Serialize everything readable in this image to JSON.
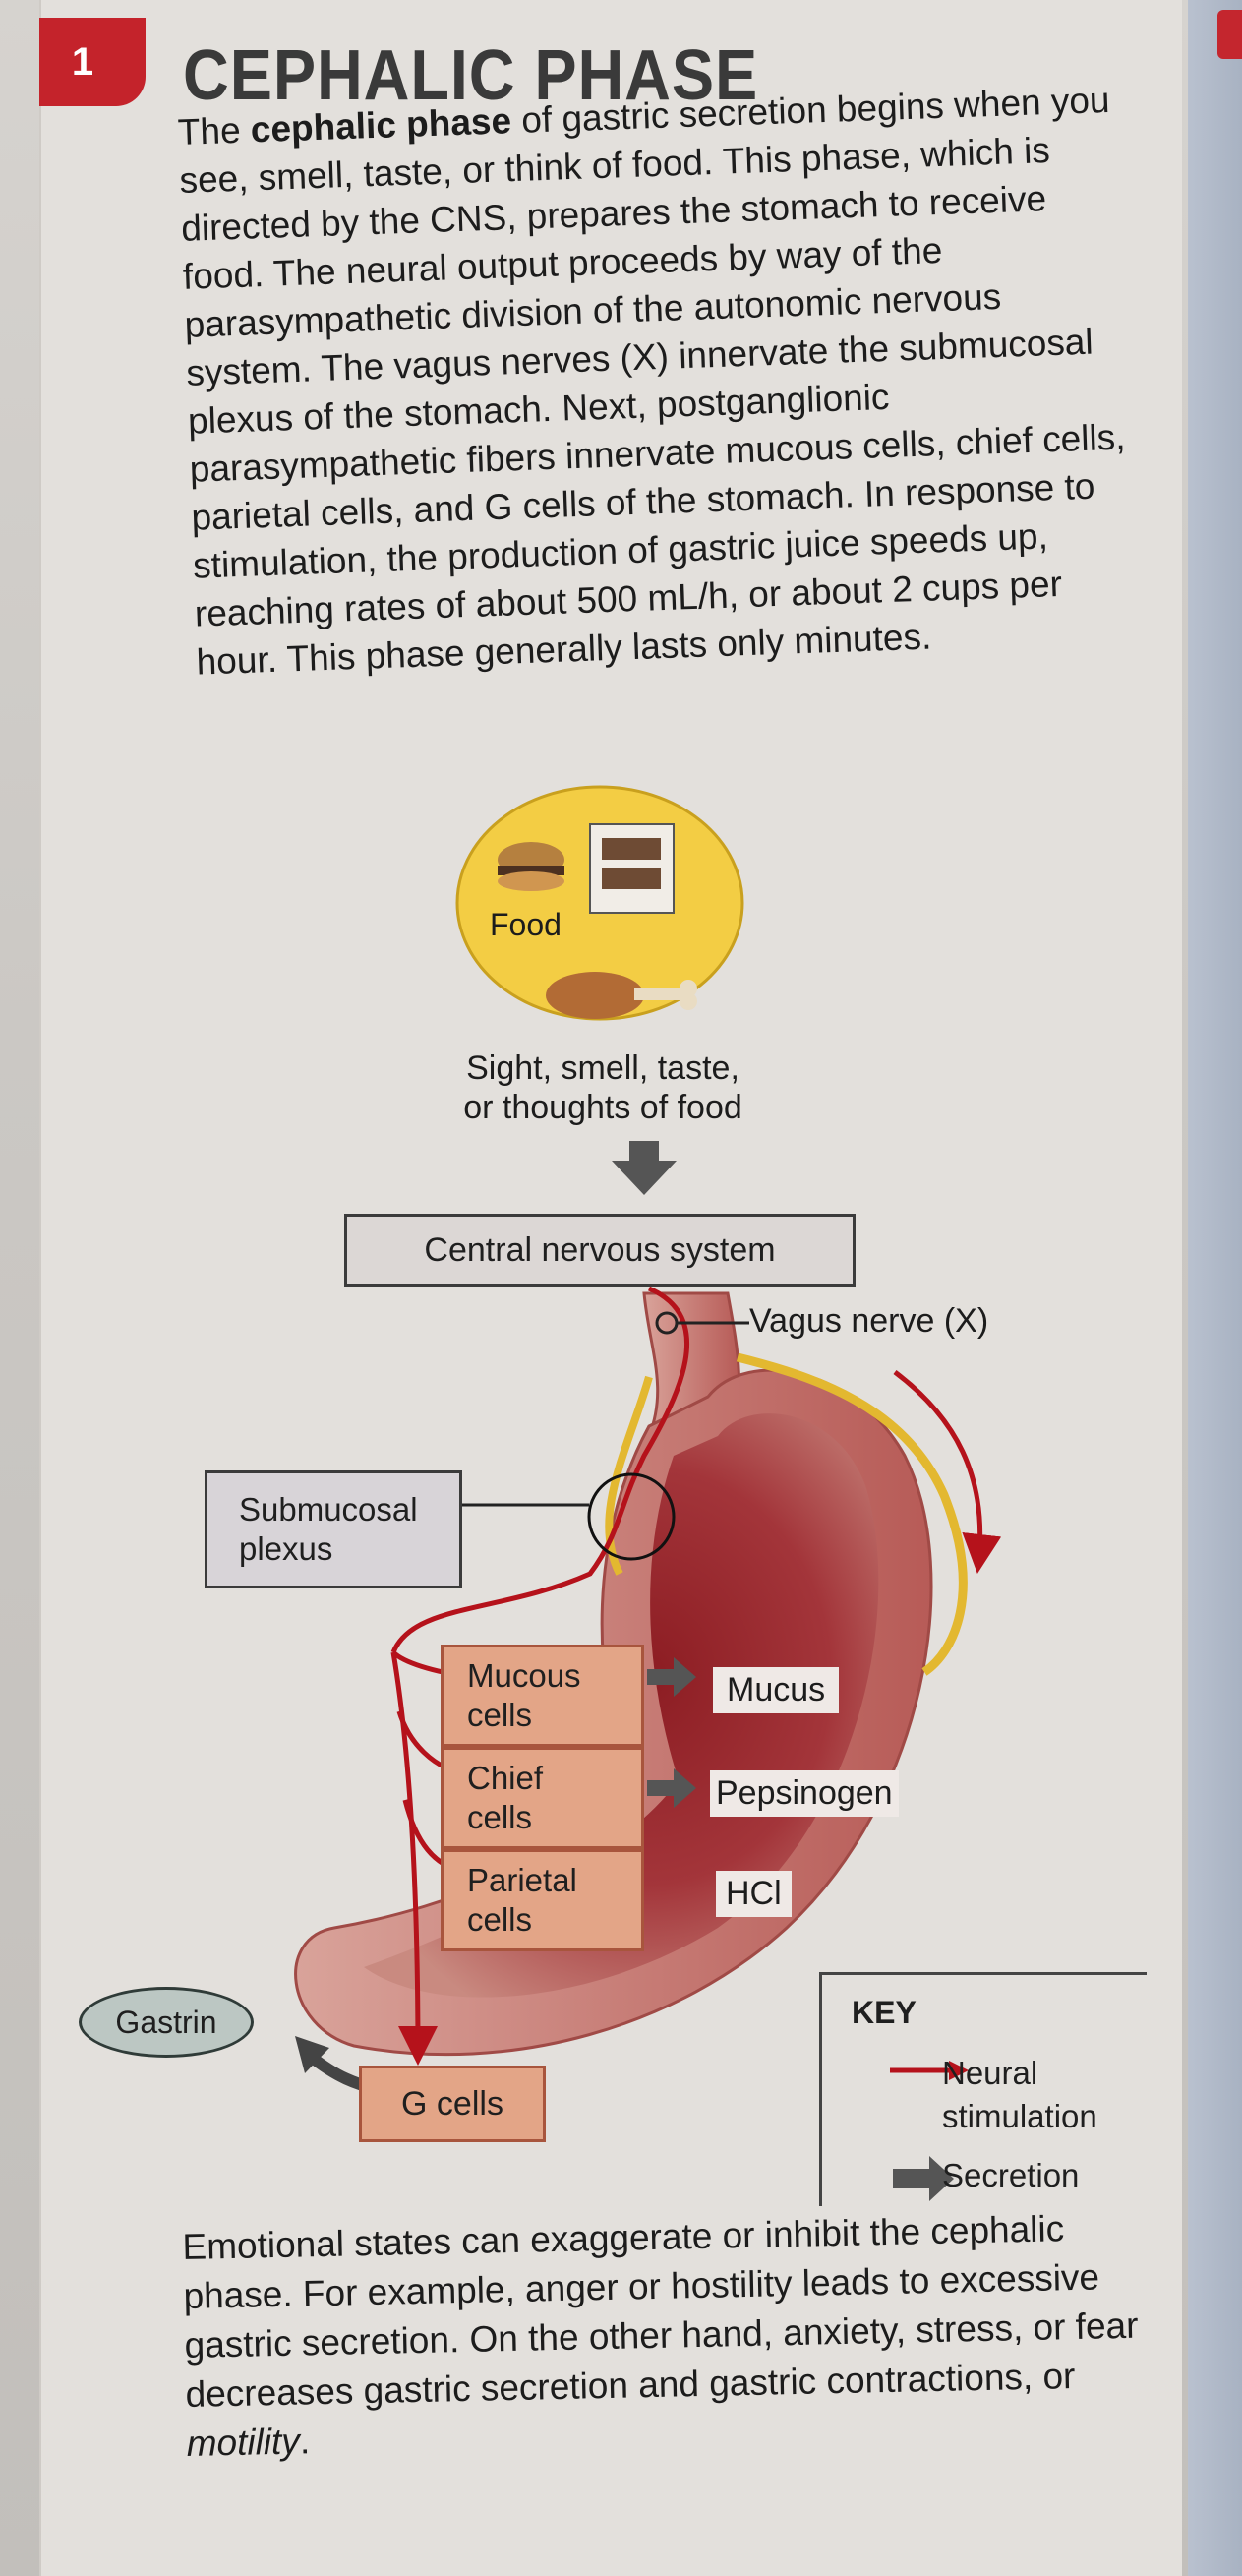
{
  "badge": "1",
  "title": "CEPHALIC PHASE",
  "intro": {
    "lead": "The ",
    "bold_term": "cephalic phase",
    "body": " of gastric secretion begins when you see, smell, taste, or think of food. This phase, which is directed by the CNS, prepares the stomach to receive food. The neural output proceeds by way of the parasympathetic division of the autonomic nervous system. The vagus nerves (X) innervate the submucosal plexus of the stomach. Next, postganglionic parasympathetic fibers innervate mucous cells, chief cells, parietal cells, and G cells of the stomach. In response to stimulation, the production of gastric juice speeds up, reaching rates of about 500 mL/h, or about 2 cups per hour. This phase generally lasts only minutes."
  },
  "diagram": {
    "food_label": "Food",
    "stimulus_line1": "Sight, smell, taste,",
    "stimulus_line2": "or thoughts of food",
    "cns": "Central nervous system",
    "vagus": "Vagus nerve (X)",
    "plexus_line1": "Submucosal",
    "plexus_line2": "plexus",
    "cells": [
      {
        "line1": "Mucous",
        "line2": "cells",
        "secretion": "Mucus"
      },
      {
        "line1": "Chief",
        "line2": "cells",
        "secretion": "Pepsinogen"
      },
      {
        "line1": "Parietal",
        "line2": "cells",
        "secretion": "HCl"
      }
    ],
    "g_cells": "G cells",
    "gastrin": "Gastrin"
  },
  "key": {
    "title": "KEY",
    "neural_line1": "Neural",
    "neural_line2": "stimulation",
    "secretion": "Secretion",
    "colors": {
      "neural": "#b5121b",
      "secretion": "#4a4a4a"
    }
  },
  "outro": {
    "body": "Emotional states can exaggerate or inhibit the cephalic phase. For example, anger or hostility leads to excessive gastric secretion. On the other hand, anxiety, stress, or fear decreases gastric secretion and gastric contractions, or ",
    "italic": "motility",
    "end": "."
  }
}
